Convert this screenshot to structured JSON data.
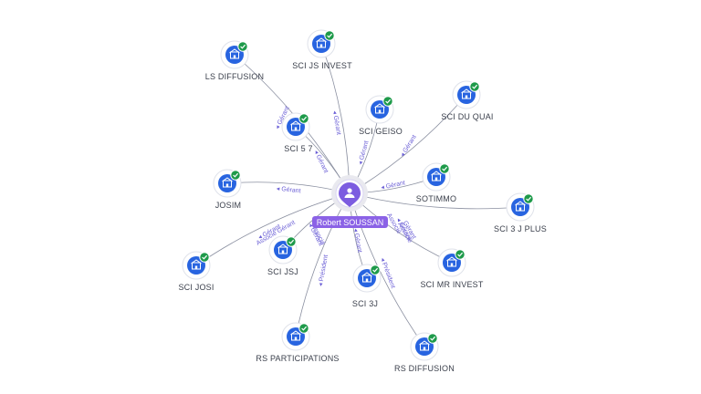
{
  "center": {
    "name": "Robert SOUSSAN",
    "icon": "person-icon"
  },
  "icons": {
    "company": "building-icon",
    "verified": "check-badge-icon"
  },
  "colors": {
    "accent": "#7c5ce0",
    "company": "#2864e0",
    "verified": "#1e9a4a",
    "edge_label": "#6b5fd6"
  },
  "nodes": [
    {
      "id": "ls-diffusion",
      "label": "LS DIFFUSION",
      "relation": "Gérant"
    },
    {
      "id": "sci-js-invest",
      "label": "SCI JS INVEST",
      "relation": "Gérant"
    },
    {
      "id": "sci-5-7",
      "label": "SCI 5 7",
      "relation": "Gérant"
    },
    {
      "id": "sci-geiso",
      "label": "SCI GEISO",
      "relation": "Gérant"
    },
    {
      "id": "sci-du-quai",
      "label": "SCI DU QUAI",
      "relation": "Gérant"
    },
    {
      "id": "josim",
      "label": "JOSIM",
      "relation": "Gérant"
    },
    {
      "id": "sotimmo",
      "label": "SOTIMMO",
      "relation": "Gérant"
    },
    {
      "id": "sci-3-j-plus",
      "label": "SCI 3 J PLUS",
      "relation": "Gérant"
    },
    {
      "id": "sci-jsj",
      "label": "SCI JSJ",
      "relation": "Gérant"
    },
    {
      "id": "sci-josi",
      "label": "SCI JOSI",
      "relation": "Gérant"
    },
    {
      "id": "sci-3j",
      "label": "SCI 3J",
      "relation": "Gérant"
    },
    {
      "id": "sci-mr-invest",
      "label": "SCI MR INVEST",
      "relation": "Gérant"
    },
    {
      "id": "rs-participations",
      "label": "RS PARTICIPATIONS",
      "relation": "Président"
    },
    {
      "id": "rs-diffusion",
      "label": "RS DIFFUSION",
      "relation": "Président"
    }
  ],
  "extra_labels": [
    "Associé Gérant",
    "Associé",
    "Gérant",
    "Associé",
    "Associé"
  ]
}
